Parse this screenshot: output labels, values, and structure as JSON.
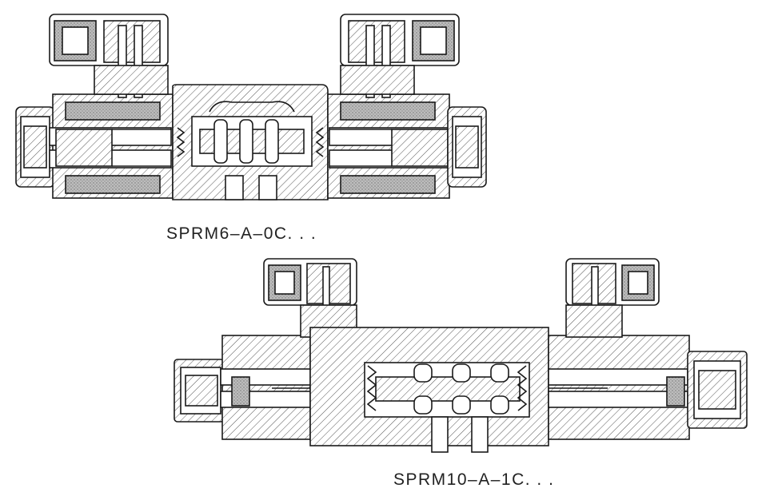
{
  "diagram": {
    "valves": [
      {
        "id": "top",
        "model_label": "SPRM6–A–0C. . ."
      },
      {
        "id": "bottom",
        "model_label": "SPRM10–A–1C. . ."
      }
    ]
  },
  "colors": {
    "line": "#1a1a1a",
    "hatch": "#555555",
    "coil_fill": "#c8c8c8",
    "background": "#ffffff"
  }
}
